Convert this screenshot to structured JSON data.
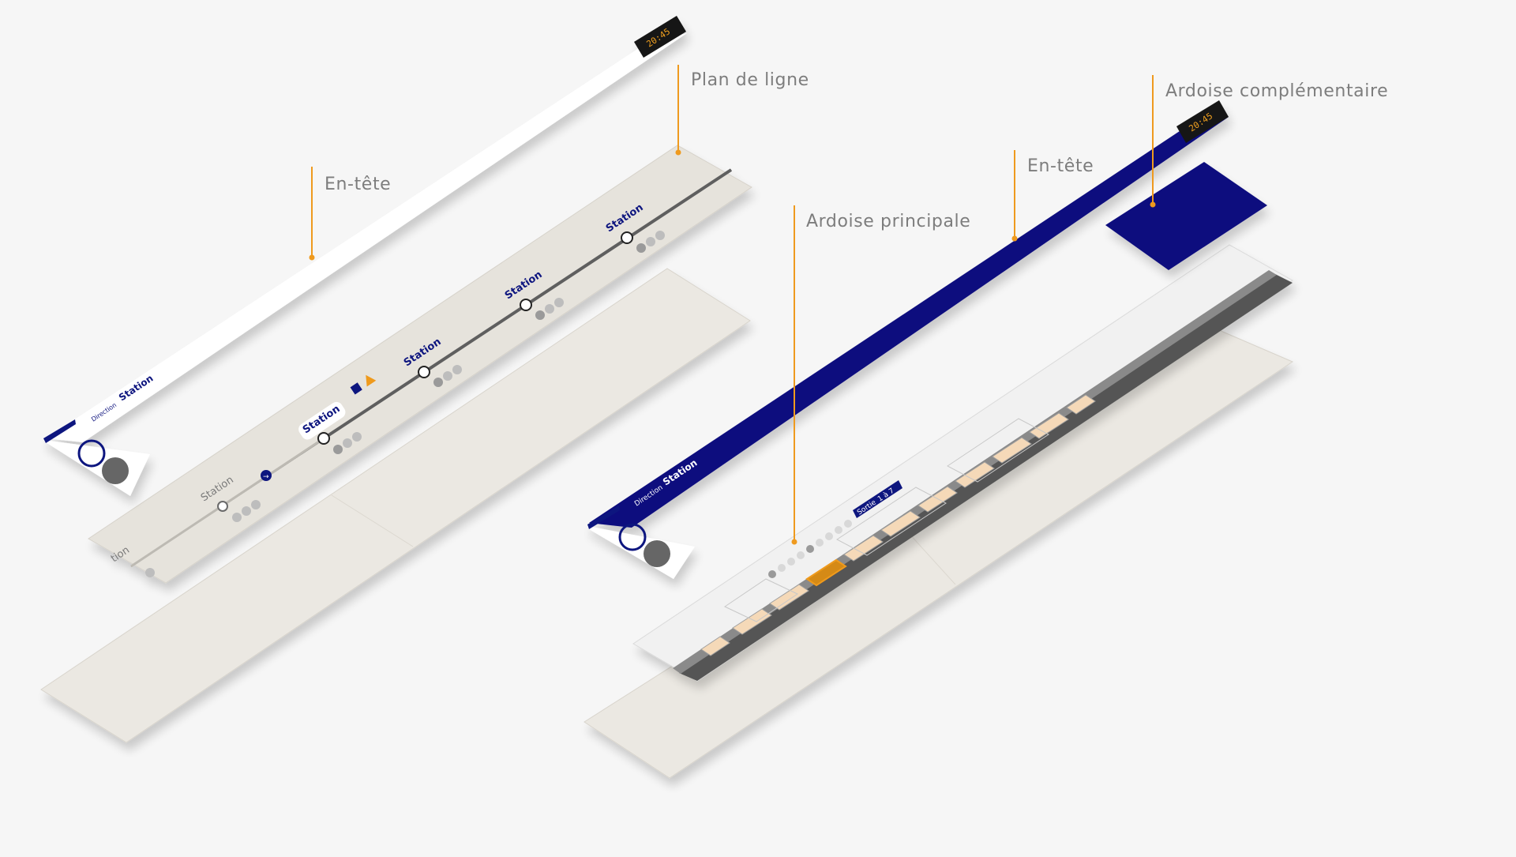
{
  "callouts": {
    "plan_de_ligne": "Plan de ligne",
    "en_tete_left": "En-tête",
    "ardoise_complementaire": "Ardoise complémentaire",
    "en_tete_right": "En-tête",
    "ardoise_principale": "Ardoise principale"
  },
  "left_screen": {
    "clock": "20:45",
    "direction_label": "Direction",
    "direction_station": "Station",
    "stations": [
      "tion",
      "Station",
      "Station",
      "Station",
      "Station",
      "Station"
    ]
  },
  "right_screen": {
    "clock": "20:45",
    "direction_label": "Direction",
    "direction_station": "Station",
    "exit_label": "Sortie",
    "exit_value": "1 à 7"
  },
  "colors": {
    "background": "#f6f6f6",
    "navy": "#0b0b7e",
    "orange": "#ef9a1e",
    "beige": "#ebe8e2",
    "plan_bg": "#e6e3dc",
    "clock_bg": "#141414"
  }
}
